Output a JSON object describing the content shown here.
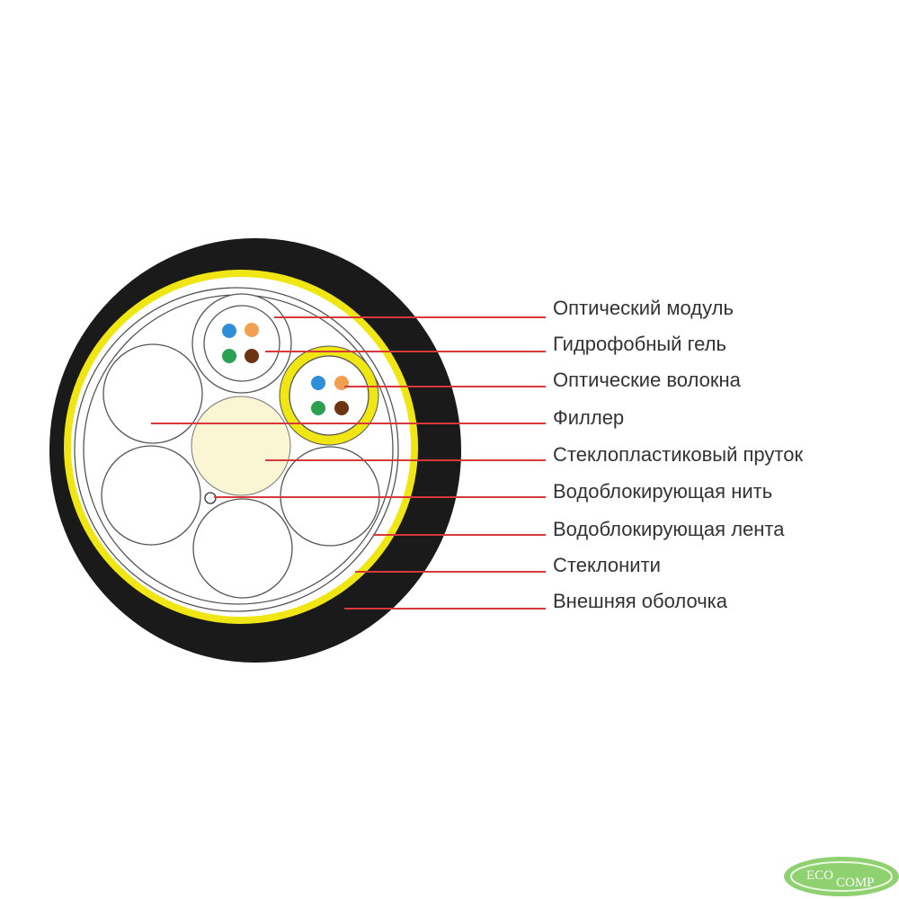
{
  "labels": [
    "Оптический модуль",
    "Гидрофобный гель",
    "Оптические волокна",
    "Филлер",
    "Стеклопластиковый пруток",
    "Водоблокирующая нить",
    "Водоблокирующая лента",
    "Стеклонити",
    "Внешняя оболочка"
  ],
  "logo": {
    "part1": "ECO",
    "part2": "COMP"
  },
  "colors": {
    "sheath": "#1a1a1a",
    "yarn": "#f0e614",
    "rod": "#faf6d4",
    "leader": "#d8383a",
    "fiber_blue": "#2e8fd8",
    "fiber_orange": "#f0a050",
    "fiber_green": "#2aa050",
    "fiber_brown": "#6b3510",
    "logo": "#8fd070"
  }
}
